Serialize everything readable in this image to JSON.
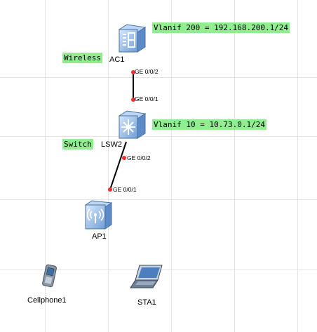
{
  "devices": {
    "ac1": {
      "name": "AC1"
    },
    "lsw2": {
      "name": "LSW2"
    },
    "ap1": {
      "name": "AP1"
    },
    "cellphone1": {
      "name": "Cellphone1"
    },
    "sta1": {
      "name": "STA1"
    }
  },
  "notes": {
    "ac_vlanif": "Vlanif 200 = 192.168.200.1/24",
    "ac_role": "Wireless",
    "sw_vlanif": "Vlanif 10 = 10.73.0.1/24",
    "sw_role": "Switch"
  },
  "links": [
    {
      "from": "AC1",
      "to": "LSW2",
      "from_port": "GE 0/0/2",
      "to_port": "GE 0/0/1"
    },
    {
      "from": "LSW2",
      "to": "AP1",
      "from_port": "GE 0/0/2",
      "to_port": "GE 0/0/1"
    }
  ],
  "colors": {
    "note_bg": "#90ee90",
    "port_dot": "#ff2a2a",
    "link": "#000000",
    "grid": "#e3e3e3"
  }
}
